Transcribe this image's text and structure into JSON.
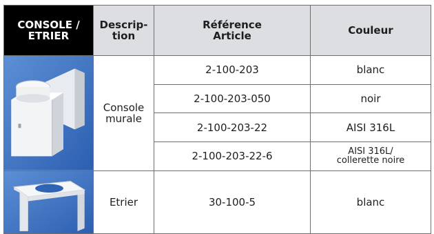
{
  "headers": {
    "console_line1": "CONSOLE /",
    "console_line2": "ETRIER",
    "desc_line1": "Descrip-",
    "desc_line2": "tion",
    "ref_line1": "Référence",
    "ref_line2": "Article",
    "couleur": "Couleur"
  },
  "groups": [
    {
      "image_icon": "wall-bracket-image",
      "description_line1": "Console",
      "description_line2": "murale",
      "rows": [
        {
          "reference": "2-100-203",
          "couleur": "blanc"
        },
        {
          "reference": "2-100-203-050",
          "couleur": "noir"
        },
        {
          "reference": "2-100-203-22",
          "couleur": "AISI 316L"
        },
        {
          "reference": "2-100-203-22-6",
          "couleur_line1": "AISI 316L/",
          "couleur_line2": "collerette noire"
        }
      ]
    },
    {
      "image_icon": "stirrup-bracket-image",
      "description": "Etrier",
      "rows": [
        {
          "reference": "30-100-5",
          "couleur": "blanc"
        }
      ]
    }
  ],
  "colors": {
    "header_black": "#000000",
    "header_grey": "#dcdee1",
    "photo_blue": "#3a6fc0",
    "border": "#6e6e6e"
  }
}
